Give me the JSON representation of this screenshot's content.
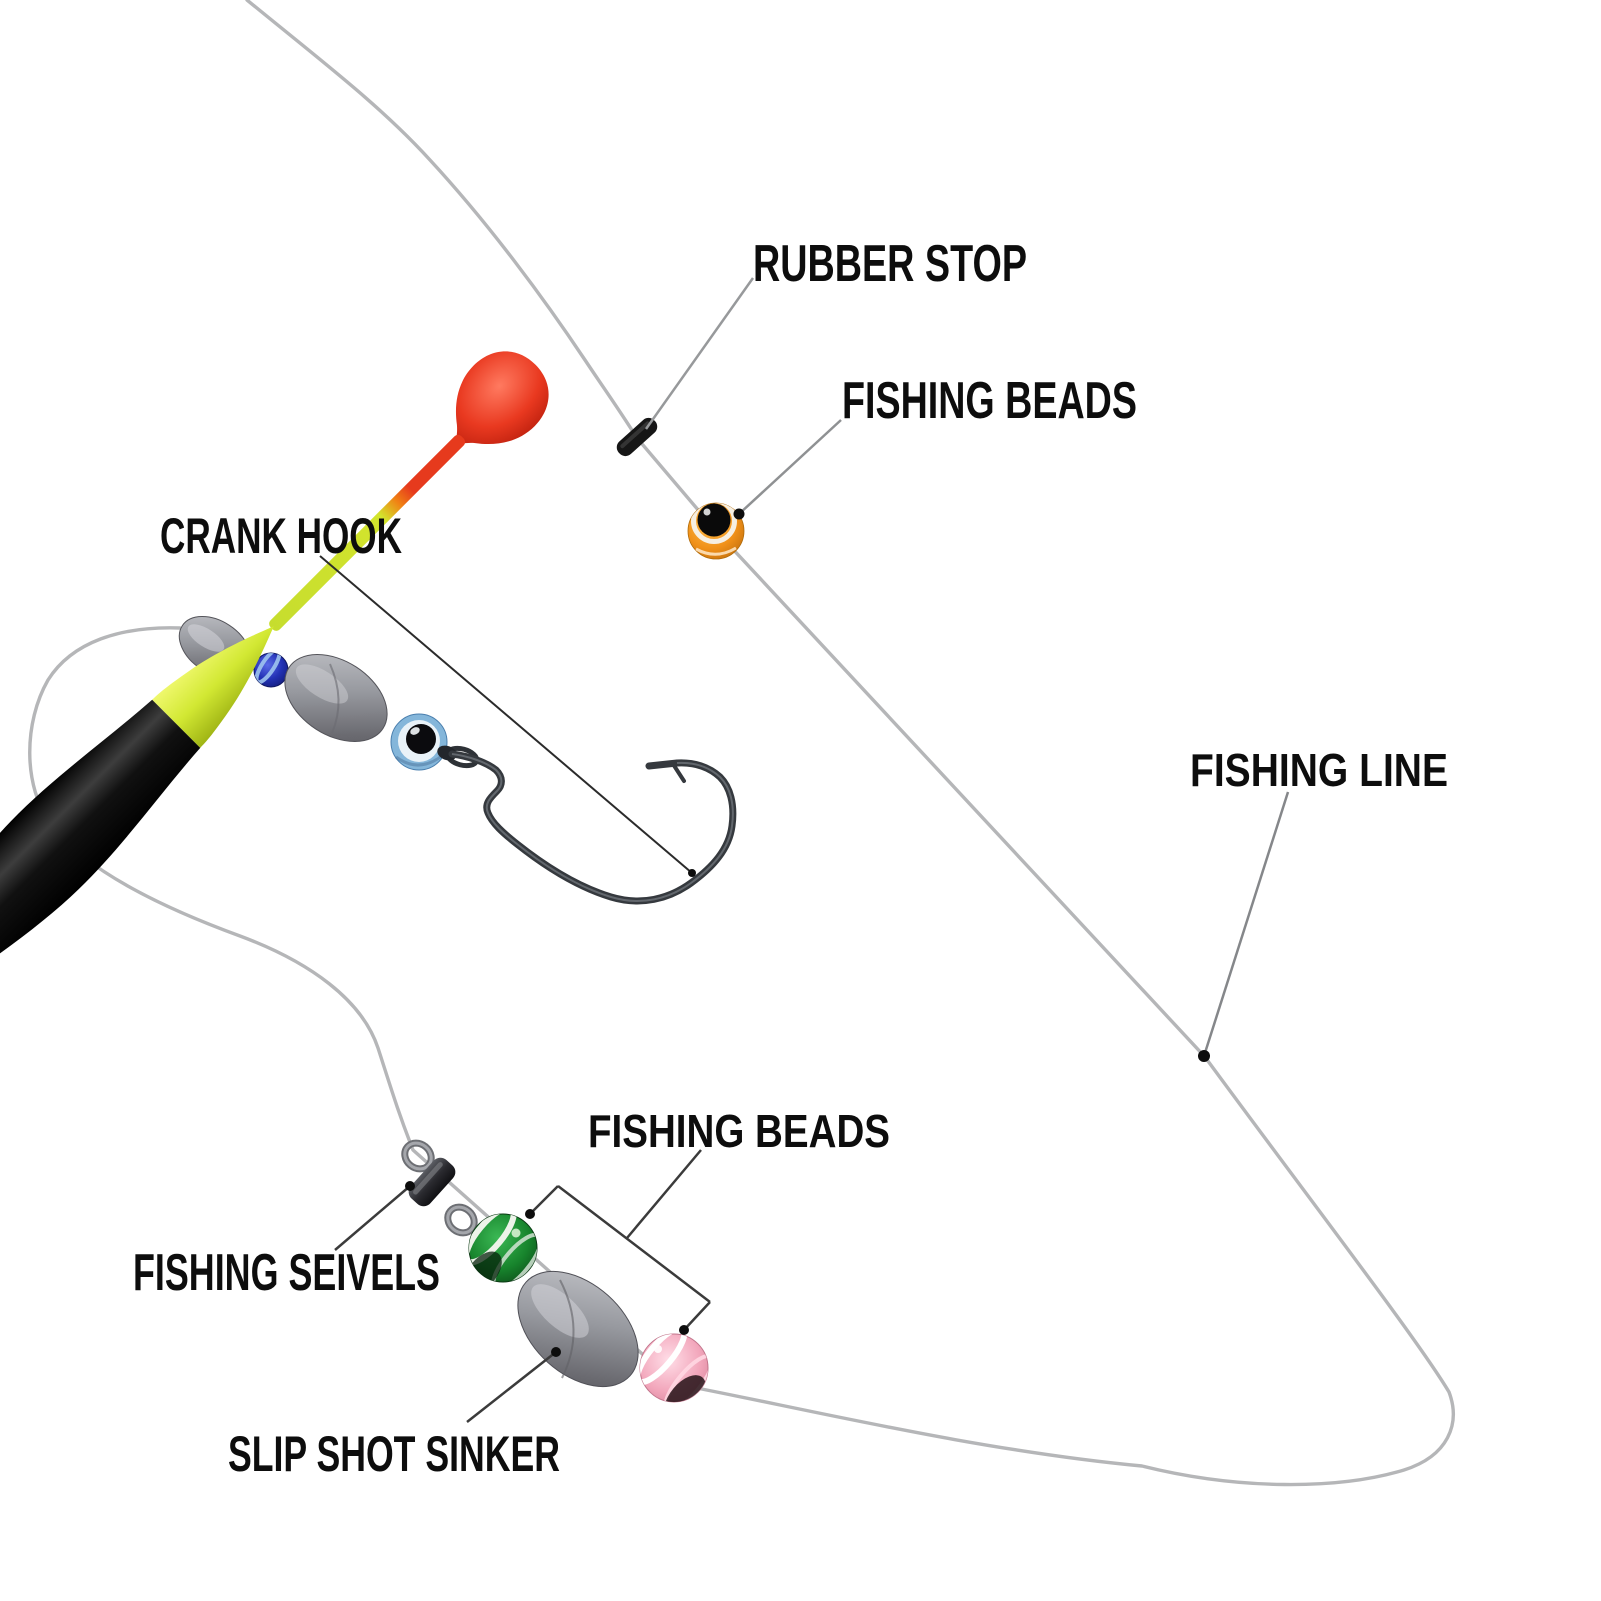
{
  "diagram": {
    "type": "labeled-diagram",
    "subject": "slip-bobber fishing rig components",
    "background_color": "#ffffff",
    "labels": {
      "rubber_stop": "RUBBER STOP",
      "fishing_beads_top": "FISHING BEADS",
      "crank_hook": "CRANK HOOK",
      "fishing_line": "FISHING LINE",
      "fishing_beads_bottom": "FISHING BEADS",
      "fishing_seivels": "FISHING SEIVELS",
      "slip_shot_sinker": "SLIP SHOT SINKER"
    },
    "components": [
      "fishing line",
      "rubber stop",
      "orange fishing bead",
      "slip bobber float (red tip, yellow and black body)",
      "egg sinker (small)",
      "blue bead",
      "egg sinker (large)",
      "eye bead",
      "crank hook",
      "barrel swivel",
      "green striped bead",
      "slip shot sinker",
      "pink striped bead"
    ],
    "colors": {
      "label_text": "#0d0d0d",
      "leader_gray": "#97999b",
      "leader_dark": "#3b3b3b",
      "fishing_line_gray": "#b5b6b8",
      "float_red": "#e63a1d",
      "float_yellow": "#d2e833",
      "float_black": "#0d0d0d",
      "bead_orange": "#f09018",
      "bead_blue": "#2231b4",
      "bead_green": "#17832c",
      "bead_pink": "#f2a6bb",
      "sinker_lead_gray": "#97999f"
    }
  }
}
